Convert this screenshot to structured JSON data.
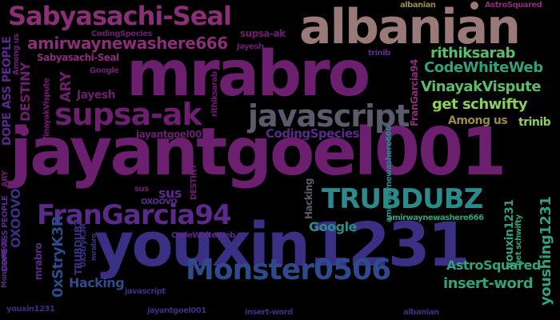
{
  "palette": {
    "background": "#000000",
    "purple_dark": "#46145e",
    "purple": "#6c1f6e",
    "magenta": "#8a2e76",
    "violet": "#5a2a8a",
    "indigo": "#3a2f82",
    "blue": "#2f4a8c",
    "teal_blue": "#2f6f8c",
    "teal": "#2b8a8a",
    "green_teal": "#33a07a",
    "green": "#5cbc6a",
    "yellow_green": "#8ccf5a",
    "olive": "#9a8a4a",
    "taupe": "#9a7a78"
  },
  "words": [
    {
      "text": "jayantgoel001",
      "color": "#6c1f6e"
    },
    {
      "text": "mrabro",
      "color": "#6c1f6e"
    },
    {
      "text": "youxin1231",
      "color": "#3a2f82"
    },
    {
      "text": "albanian",
      "color": "#9a7a78"
    },
    {
      "text": "Sabyasachi-Seal",
      "color": "#8a2e76"
    },
    {
      "text": "supsa-ak",
      "color": "#6c1f6e"
    },
    {
      "text": "javascript",
      "color": "#5a5a6a"
    },
    {
      "text": "FranGarcia94",
      "color": "#5a2a8a"
    },
    {
      "text": "Monster0506",
      "color": "#2f4a8c"
    },
    {
      "text": "TRUBDUBZ",
      "color": "#2b8a8a"
    },
    {
      "text": "amirwaynewashere666",
      "color": "#8a2e76"
    },
    {
      "text": "CodeWhiteWeb",
      "color": "#33a07a"
    },
    {
      "text": "VinayakVispute",
      "color": "#5cbc6a"
    },
    {
      "text": "get schwifty",
      "color": "#8ccf5a"
    },
    {
      "text": "rithiksarab",
      "color": "#5cbc6a"
    },
    {
      "text": "Among us",
      "color": "#9a8a4a"
    },
    {
      "text": "trinib",
      "color": "#8ccf5a"
    },
    {
      "text": "insert-word",
      "color": "#33a07a"
    },
    {
      "text": "AstroSquared",
      "color": "#33a07a"
    },
    {
      "text": "Google",
      "color": "#2b8a8a"
    },
    {
      "text": "CodingSpecies",
      "color": "#5a2a8a"
    },
    {
      "text": "sus",
      "color": "#5a2a8a"
    },
    {
      "text": "Hacking",
      "color": "#2f4a8c"
    },
    {
      "text": "Jayesh",
      "color": "#6c1f6e"
    },
    {
      "text": "ARY",
      "color": "#6c1f6e"
    },
    {
      "text": "DESTINY",
      "color": "#6c1f6e"
    },
    {
      "text": "DOPE ASS PEOPLE",
      "color": "#5a2a8a"
    },
    {
      "text": "OXOOVO",
      "color": "#3a2f82"
    },
    {
      "text": "0xStryK3R",
      "color": "#2f4a8c"
    },
    {
      "text": "youshing1231",
      "color": "#33a07a"
    },
    {
      "text": "amirwaynewashere666",
      "color": "#2b8a8a"
    },
    {
      "text": "youxin1231",
      "color": "#33a07a"
    },
    {
      "text": "CodingSpecies",
      "color": "#6c1f6e"
    },
    {
      "text": "albanian",
      "color": "#9a8a4a"
    },
    {
      "text": "AstroSquared",
      "color": "#8a2e76"
    },
    {
      "text": "Sabyasachi-Seal",
      "color": "#8a2e76"
    },
    {
      "text": "supsa-ak",
      "color": "#6c1f6e"
    },
    {
      "text": "Jayesh",
      "color": "#6c1f6e"
    },
    {
      "text": "trinib",
      "color": "#5a2a8a"
    },
    {
      "text": "Among us",
      "color": "#6c1f6e"
    },
    {
      "text": "Google",
      "color": "#6c1f6e"
    },
    {
      "text": "ARY",
      "color": "#6c1f6e"
    },
    {
      "text": "VinayakVispute",
      "color": "#6c1f6e"
    },
    {
      "text": "FranGarcia94",
      "color": "#8a2e76"
    },
    {
      "text": "rithiksarab",
      "color": "#6c1f6e"
    },
    {
      "text": "jayantgoel001",
      "color": "#6c1f6e"
    },
    {
      "text": "sus",
      "color": "#6c1f6e"
    },
    {
      "text": "DESTINY",
      "color": "#6c1f6e"
    },
    {
      "text": "OXOOVO",
      "color": "#5a2a8a"
    },
    {
      "text": "Hacking",
      "color": "#5a5a6a"
    },
    {
      "text": "CodeWhiteWeb",
      "color": "#5a2a8a"
    },
    {
      "text": "DOPE ASS PEOPLE",
      "color": "#5a2a8a"
    },
    {
      "text": "Monster0506",
      "color": "#5a2a8a"
    },
    {
      "text": "mrabro",
      "color": "#5a2a8a"
    },
    {
      "text": "TRUBDUBZ",
      "color": "#3a2f82"
    },
    {
      "text": "0xStryK3R",
      "color": "#3a2f82"
    },
    {
      "text": "mrabro",
      "color": "#3a2f82"
    },
    {
      "text": "javascript",
      "color": "#3a2f82"
    },
    {
      "text": "youxin1231",
      "color": "#3a2f82"
    },
    {
      "text": "jayantgoel001",
      "color": "#3a2f82"
    },
    {
      "text": "insert-word",
      "color": "#3a2f82"
    },
    {
      "text": "albanian",
      "color": "#3a2f82"
    },
    {
      "text": "get schwifty",
      "color": "#33a07a"
    },
    {
      "text": "amirwaynewashere666",
      "color": "#33a07a"
    }
  ]
}
